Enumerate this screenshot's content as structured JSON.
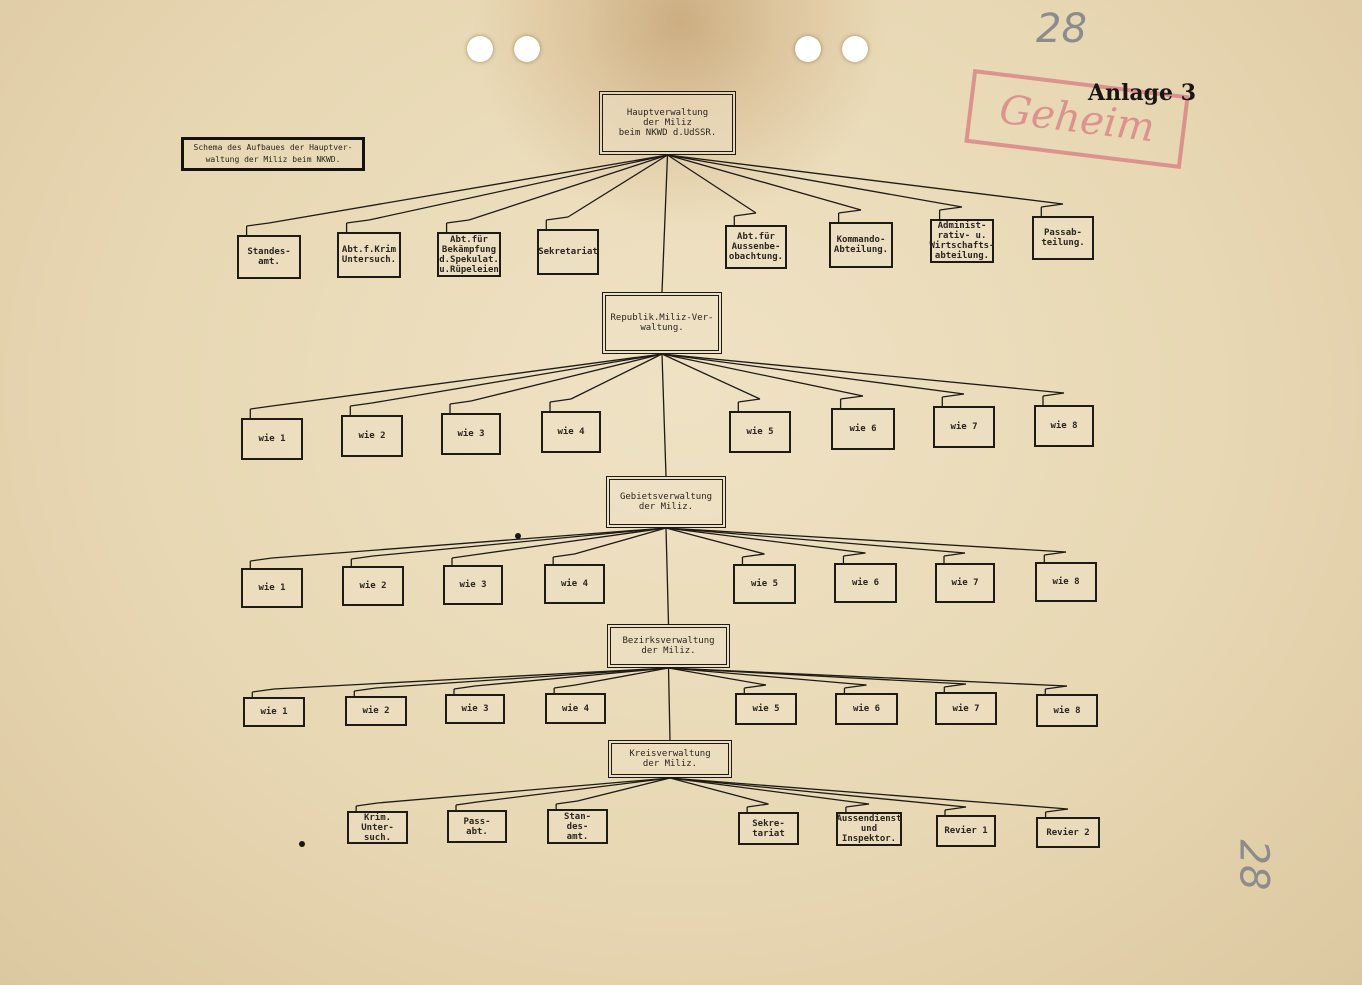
{
  "caption": "Schema des Aufbaues der Hauptver-\nwaltung der Miliz beim NKWD.",
  "annex_label": "Anlage 3",
  "stamp_text": "Geheim",
  "page_number_top": "28",
  "page_number_side": "28",
  "colors": {
    "paper": "#e8d8b4",
    "ink": "#1e1a16",
    "stamp": "#d25a6e"
  },
  "levels": {
    "main": "Hauptverwaltung\nder Miliz\nbeim NKWD d.UdSSR.",
    "republic": "Republik.Miliz-Ver-\nwaltung.",
    "region": "Gebietsverwaltung\nder Miliz.",
    "district": "Bezirksverwaltung\nder Miliz.",
    "county": "Kreisverwaltung\nder Miliz."
  },
  "departments": [
    "Standes-\namt.",
    "Abt.f.Krim\nUntersuch.",
    "Abt.für\nBekämpfung\nd.Spekulat.\nu.Rüpeleien",
    "Sekretariat",
    "Abt.für\nAussenbe-\nobachtung.",
    "Kommando-\nAbteilung.",
    "Administ-\nrativ- u.\nWirtschafts-\nabteilung.",
    "Passab-\nteilung."
  ],
  "republic_units": [
    "wie 1",
    "wie 2",
    "wie 3",
    "wie 4",
    "wie 5",
    "wie 6",
    "wie 7",
    "wie 8"
  ],
  "region_units": [
    "wie 1",
    "wie 2",
    "wie 3",
    "wie 4",
    "wie 5",
    "wie 6",
    "wie 7",
    "wie 8"
  ],
  "district_units": [
    "wie 1",
    "wie 2",
    "wie 3",
    "wie 4",
    "wie 5",
    "wie 6",
    "wie 7",
    "wie 8"
  ],
  "county_units": [
    "Krim.\nUnter-\nsuch.",
    "Pass-\nabt.",
    "Stan-\ndes-\namt.",
    "Sekre-\ntariat",
    "Aussendienst\nund\nInspektor.",
    "Revier 1",
    "Revier 2"
  ]
}
